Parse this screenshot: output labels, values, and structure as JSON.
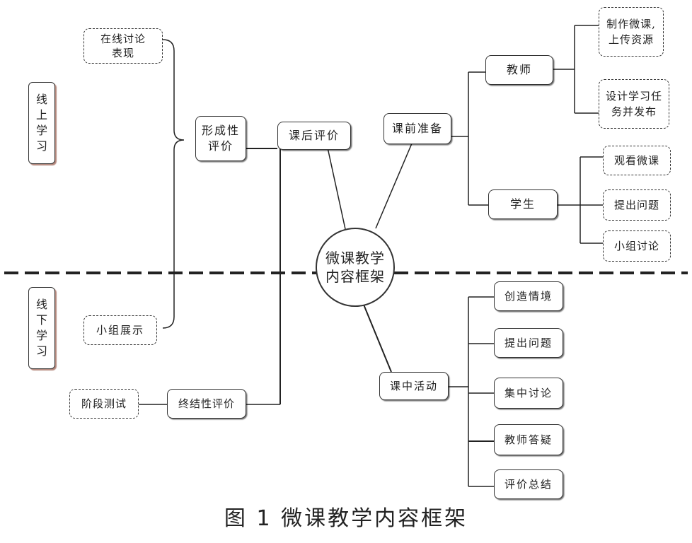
{
  "diagram": {
    "center": "微课教学\n内容框架",
    "sections": {
      "online": "线\n上\n学\n习",
      "offline": "线\n下\n学\n习"
    },
    "nodes": {
      "pre_class": "课前准备",
      "teacher": "教师",
      "student": "学生",
      "make_microlesson": "制作微课,\n上传资源",
      "design_tasks": "设计学习任\n务并发布",
      "watch_microlesson": "观看微课",
      "ask_questions_student": "提出问题",
      "group_discussion": "小组讨论",
      "post_class_eval": "课后评价",
      "formative_eval": "形成性\n评价",
      "online_discussion": "在线讨论\n表现",
      "group_presentation": "小组展示",
      "summative_eval": "终结性评价",
      "stage_test": "阶段测试",
      "in_class": "课中活动",
      "create_situation": "创造情境",
      "ask_questions_class": "提出问题",
      "focused_discussion": "集中讨论",
      "teacher_answers": "教师答疑",
      "evaluate_summarize": "评价总结"
    }
  },
  "caption": "图 1  微课教学内容框架",
  "colors": {
    "line": "#222222",
    "border": "#333333",
    "side_shadow": "#7a3a2a"
  }
}
